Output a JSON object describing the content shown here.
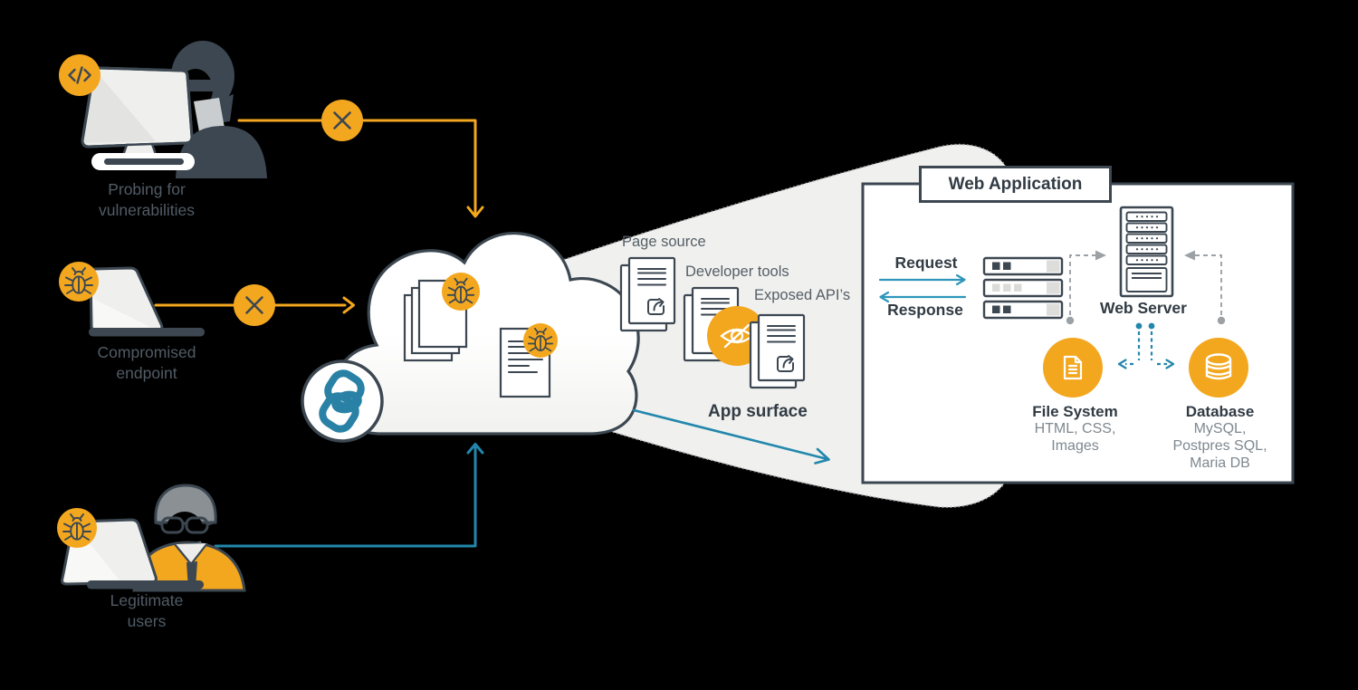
{
  "colors": {
    "orange": "#F3A71E",
    "dark_slate": "#3C4751",
    "teal": "#2287AC",
    "logo_teal": "#2A81A6",
    "label_gray": "#515C66",
    "subtitle_gray": "#7E8890",
    "funnel_fill": "#F0F0EE"
  },
  "actors": {
    "attacker": {
      "label": "Probing for vulnerabilities",
      "badge_icon": "code-icon"
    },
    "compromised": {
      "label": "Compromised endpoint",
      "badge_icon": "bug-icon"
    },
    "legitimate": {
      "label": "Legitimate users",
      "badge_icon": "bug-icon"
    }
  },
  "cloud": {
    "badge_icons": [
      "bug-icon",
      "bug-icon"
    ],
    "logo_icon": "chain-link-logo"
  },
  "blocked_icon": "blocked-x-icon",
  "funnel": {
    "labels": {
      "page_source": "Page source",
      "developer_tools": "Developer tools",
      "exposed_apis": "Exposed API’s",
      "caption": "App surface"
    },
    "hidden_icon": "eye-slash-icon"
  },
  "web_application": {
    "title": "Web Application",
    "request_label": "Request",
    "response_label": "Response",
    "web_server_label": "Web Server",
    "file_system": {
      "title": "File System",
      "subtitle": "HTML, CSS, Images",
      "icon": "document-icon"
    },
    "database": {
      "title": "Database",
      "subtitle": "MySQL, Postpres SQL, Maria DB",
      "icon": "database-icon"
    }
  }
}
